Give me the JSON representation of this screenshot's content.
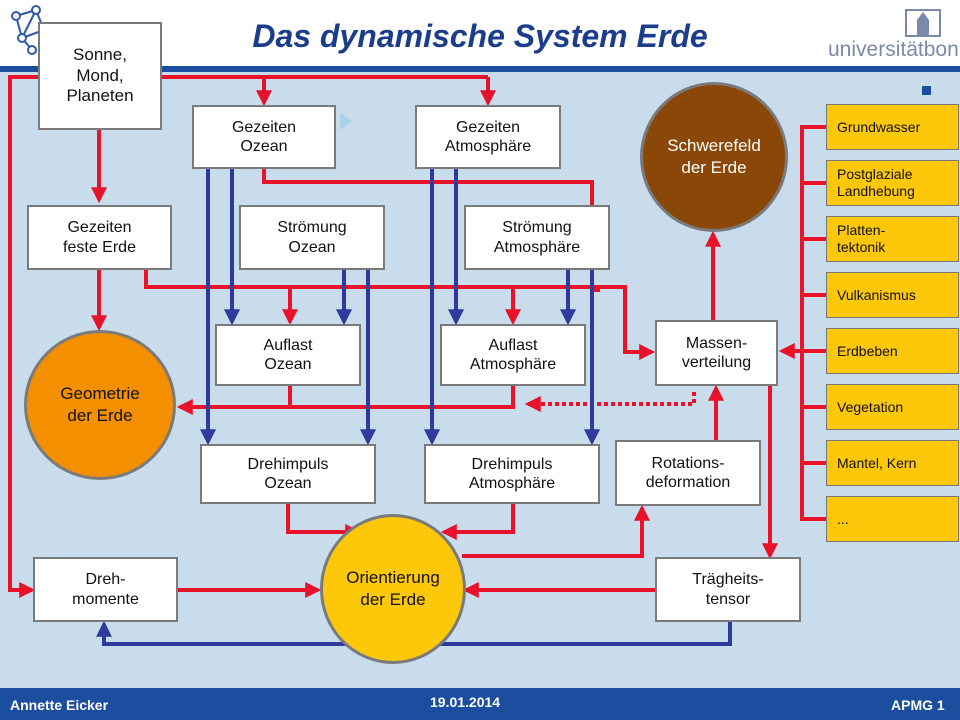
{
  "title": "Das dynamische System Erde",
  "logo": {
    "text": "universitätbonn"
  },
  "footer": {
    "author": "Annette Eicker",
    "date": "19.01.2014",
    "course": "APMG 1"
  },
  "colors": {
    "red_flow": "#e8132b",
    "blue_flow": "#2f3b9c",
    "orange": "#f49000",
    "brown": "#8b4708",
    "yellow": "#fdc70a",
    "band_blue": "#1c4ea0"
  },
  "nodes": {
    "sonne": "Sonne,\nMond,\nPlaneten",
    "gezeiten_ozean": "Gezeiten\nOzean",
    "gezeiten_atmosphaere": "Gezeiten\nAtmosphäre",
    "gezeiten_feste_erde": "Gezeiten\nfeste Erde",
    "stroemung_ozean": "Strömung\nOzean",
    "stroemung_atmosphaere": "Strömung\nAtmosphäre",
    "auflast_ozean": "Auflast\nOzean",
    "auflast_atmosphaere": "Auflast\nAtmosphäre",
    "drehimpuls_ozean": "Drehimpuls\nOzean",
    "drehimpuls_atmosphaere": "Drehimpuls\nAtmosphäre",
    "massenverteilung": "Massen-\nverteilung",
    "rotationsdeformation": "Rotations-\ndeformation",
    "traegheitstensor": "Trägheits-\ntensor",
    "drehmomente": "Dreh-\nmomente",
    "schwerefeld": "Schwerefeld\nder  Erde",
    "geometrie": "Geometrie\nder  Erde",
    "orientierung": "Orientierung\nder  Erde"
  },
  "side_processes": [
    "Grundwasser",
    "Postglaziale\nLandhebung",
    "Platten-\ntektonik",
    "Vulkanismus",
    "Erdbeben",
    "Vegetation",
    "Mantel, Kern",
    "..."
  ]
}
